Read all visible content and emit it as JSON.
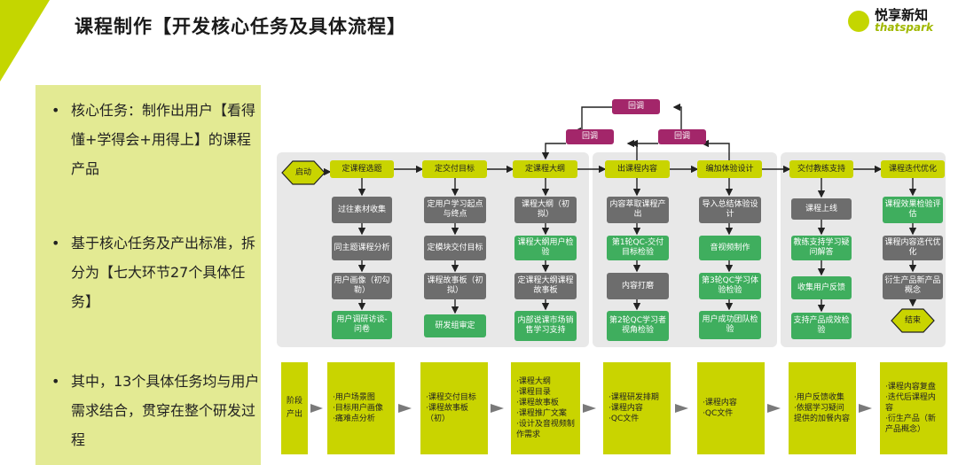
{
  "title": "课程制作【开发核心任务及具体流程】",
  "logo": {
    "cn": "悦享新知",
    "en": "thatspark"
  },
  "bullets": [
    {
      "dot": "•",
      "text": "核心任务：制作出用户【看得懂+学得会+用得上】的课程产品"
    },
    {
      "dot": "•",
      "text": "基于核心任务及产出标准，拆分为【七大环节27个具体任务】"
    },
    {
      "dot": "•",
      "text": "其中，13个具体任务均与用户需求结合，贯穿在整个研发过程"
    }
  ],
  "flow": {
    "start": "启动",
    "end": "结束",
    "feedback": {
      "top": "回调",
      "left": "回调",
      "right": "回调"
    },
    "stages": [
      {
        "head": "定课程选题",
        "tasks": [
          "过往素材收集",
          "同主题课程分析",
          "用户画像（初勾勒）",
          "用户调研访谈-问卷"
        ]
      },
      {
        "head": "定交付目标",
        "tasks": [
          "定用户学习起点与终点",
          "定模块交付目标",
          "课程故事板（初拟）",
          "研发组审定"
        ]
      },
      {
        "head": "定课程大纲",
        "tasks": [
          "课程大纲（初拟）",
          "课程大纲用户检验",
          "定课程大纲课程故事板",
          "内部说课市场销售学习支持"
        ]
      },
      {
        "head": "出课程内容",
        "tasks": [
          "内容萃取课程产出",
          "第1轮QC-交付目标检验",
          "内容打磨",
          "第2轮QC学习者视角检验"
        ]
      },
      {
        "head": "编加体验设计",
        "tasks": [
          "导入总结体验设计",
          "音视频制作",
          "第3轮QC学习体验检验",
          "用户成功团队检验"
        ]
      },
      {
        "head": "交付教练支持",
        "tasks": [
          "课程上线",
          "教练支持学习疑问解答",
          "收集用户反馈",
          "支持产品成效检验"
        ]
      },
      {
        "head": "课程迭代优化",
        "tasks": [
          "课程效果检验评估",
          "课程内容迭代优化",
          "衍生产品新产品概念"
        ]
      }
    ]
  },
  "outputs": {
    "label": "阶段产出",
    "items": [
      [
        "·用户场景图",
        "·目标用户画像",
        "·痛难点分析"
      ],
      [
        "·课程交付目标",
        "·课程故事板（初）"
      ],
      [
        "·课程大纲",
        "·课程目录",
        "·课程故事板",
        "·课程推广文案",
        "·设计及音视频制作需求"
      ],
      [
        "·课程研发排期",
        "·课程内容",
        "·QC文件"
      ],
      [
        "·课程内容",
        "·QC文件"
      ],
      [
        "·用户反馈收集",
        "·依据学习疑问提供的加餐内容"
      ],
      [
        "·课程内容复盘",
        "·迭代后课程内容",
        "·衍生产品（新产品概念）"
      ]
    ]
  },
  "colors": {
    "sidebar": "#e3ea93",
    "yellow": "#c9d400",
    "green": "#3fae5e",
    "gray": "#6d6d6d",
    "magenta": "#a3266a",
    "panel": "#e8e8e8"
  }
}
